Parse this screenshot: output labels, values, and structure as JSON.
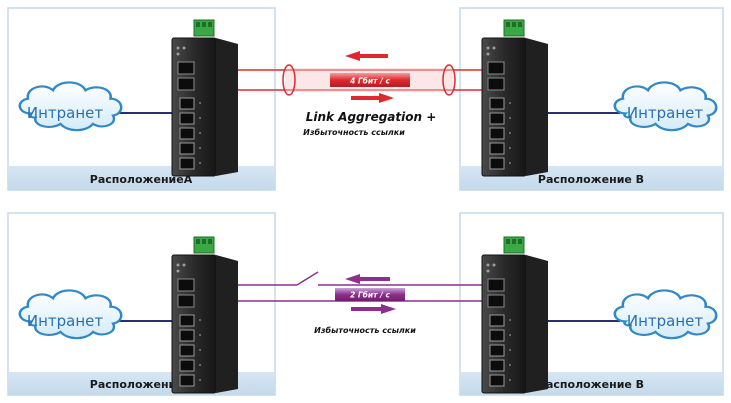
{
  "top": {
    "site_a_label": "РасположениеА",
    "site_b_label": "Расположение B",
    "cloud_a_label": "Интранет",
    "cloud_b_label": "Интранет",
    "link_speed_label": "4 Гбит / с",
    "title_line1": "Link Aggregation +",
    "title_line2": "Избыточность ссылки"
  },
  "bottom": {
    "site_a_label": "РасположениеА",
    "site_b_label": "Расположение B",
    "cloud_a_label": "Интранет",
    "cloud_b_label": "Интранет",
    "link_speed_label": "2 Гбит / с",
    "caption": "Избыточность ссылки"
  },
  "colors": {
    "panel_bg": "#eaf3fb",
    "panel_border": "#c4d9ea",
    "aggregated_link": "#e0282f",
    "redundant_link": "#8e2f8c",
    "switch_body": "#2a2a2a",
    "terminal_block": "#3aa845",
    "cloud_fill": "#dff0fb",
    "cloud_stroke": "#2f88c8"
  }
}
